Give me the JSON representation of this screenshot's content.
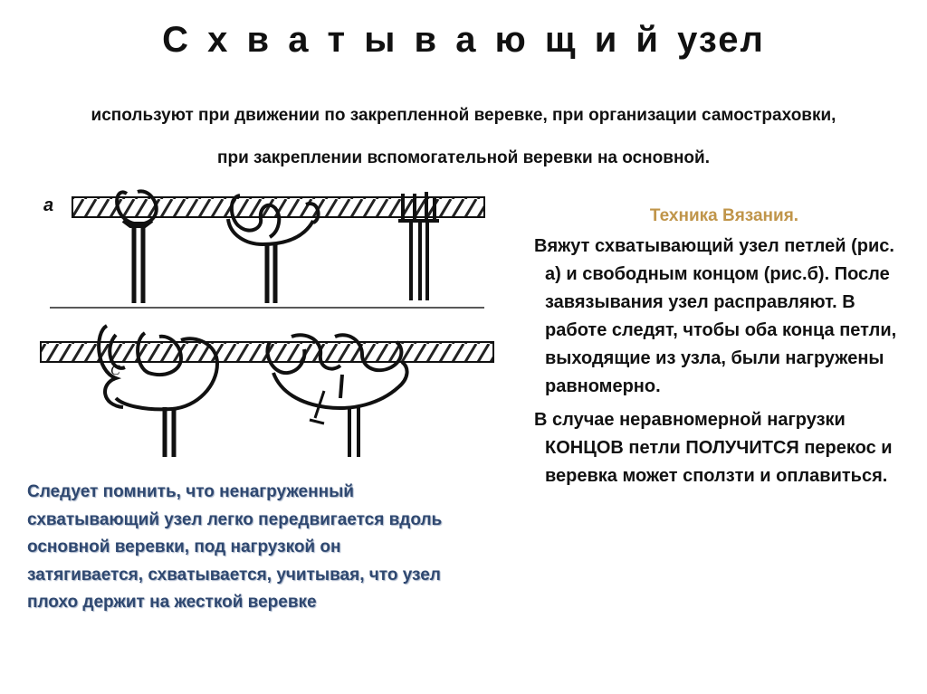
{
  "slide": {
    "title": "С х в а т ы в а ю щ и й   узел",
    "subtitle_line1": "используют при движении по закрепленной веревке, при организации самостраховки,",
    "subtitle_line2": "при  закреплении вспомогательной веревки на основной.",
    "figure_label_a": "а"
  },
  "technique": {
    "heading": "Техника Вязания.",
    "paragraph1": "Вяжут схватывающий узел петлей (рис. а) и свободным концом (рис.б). После завязывания узел расправляют. В работе следят, чтобы оба конца петли, выходящие из узла, были нагружены равномерно.",
    "paragraph2": "В случае неравномерной нагрузки КОНЦОВ петли ПОЛУЧИТСЯ перекос и веревка может сползти и оплавиться."
  },
  "note": {
    "text": "Следует помнить, что ненагруженный схватывающий узел легко передвигается вдоль основной веревки, под нагрузкой он затягивается, схватывается, учитывая, что узел плохо держит на жесткой веревке"
  },
  "colors": {
    "heading": "#c0954a",
    "note_text": "#2f4870",
    "ink": "#111111"
  }
}
